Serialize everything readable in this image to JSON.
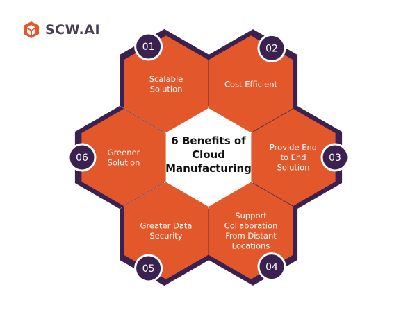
{
  "brand": {
    "name": "SCW.AI",
    "logo_icon": "box-cube-icon",
    "accent": "#e3582a"
  },
  "center": {
    "title_lines": [
      "6 Benefits of",
      "Cloud",
      "Manufacturing"
    ]
  },
  "colors": {
    "hex_fill": "#e3582a",
    "accent_dark": "#3b2150",
    "badge_fill": "#3b2150"
  },
  "benefits": [
    {
      "number": "01",
      "lines": [
        "Scalable",
        "Solution"
      ]
    },
    {
      "number": "02",
      "lines": [
        "Cost Efficient"
      ]
    },
    {
      "number": "03",
      "lines": [
        "Provide End",
        "to End",
        "Solution"
      ]
    },
    {
      "number": "04",
      "lines": [
        "Support",
        "Collaboration",
        "From Distant",
        "Locations"
      ]
    },
    {
      "number": "05",
      "lines": [
        "Greater Data",
        "Security"
      ]
    },
    {
      "number": "06",
      "lines": [
        "Greener",
        "Solution"
      ]
    }
  ]
}
